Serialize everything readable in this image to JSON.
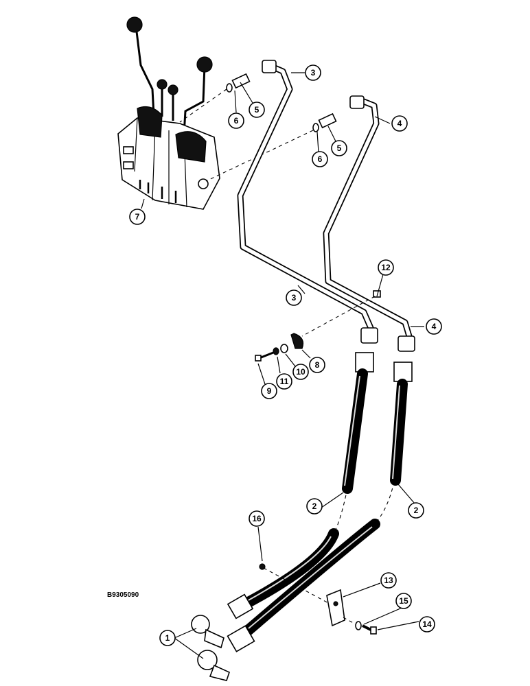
{
  "drawing_code": "B9305090",
  "callouts": [
    {
      "id": "c1",
      "label": "1"
    },
    {
      "id": "c2a",
      "label": "2"
    },
    {
      "id": "c2b",
      "label": "2"
    },
    {
      "id": "c3a",
      "label": "3"
    },
    {
      "id": "c3b",
      "label": "3"
    },
    {
      "id": "c4a",
      "label": "4"
    },
    {
      "id": "c4b",
      "label": "4"
    },
    {
      "id": "c5a",
      "label": "5"
    },
    {
      "id": "c5b",
      "label": "5"
    },
    {
      "id": "c6a",
      "label": "6"
    },
    {
      "id": "c6b",
      "label": "6"
    },
    {
      "id": "c7",
      "label": "7"
    },
    {
      "id": "c8",
      "label": "8"
    },
    {
      "id": "c9",
      "label": "9"
    },
    {
      "id": "c10",
      "label": "10"
    },
    {
      "id": "c11",
      "label": "11"
    },
    {
      "id": "c12",
      "label": "12"
    },
    {
      "id": "c13",
      "label": "13"
    },
    {
      "id": "c14",
      "label": "14"
    },
    {
      "id": "c15",
      "label": "15"
    },
    {
      "id": "c16",
      "label": "16"
    }
  ]
}
